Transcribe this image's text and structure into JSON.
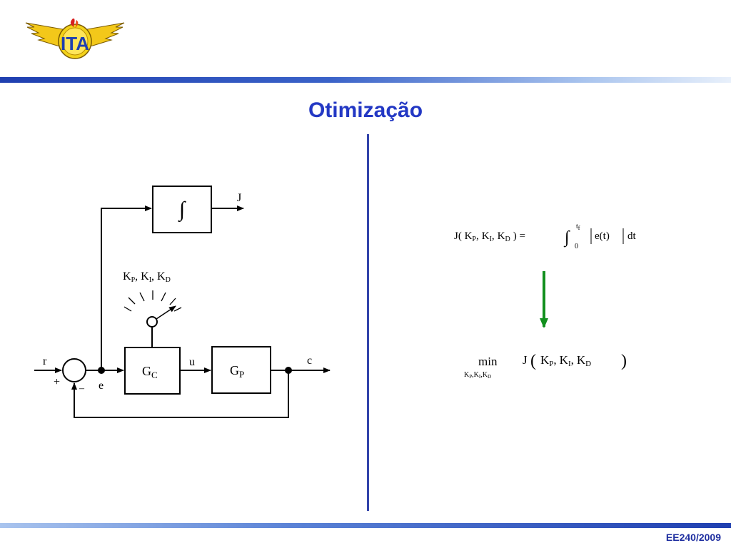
{
  "slide": {
    "title": "Otimização",
    "footer": "EE240/2009"
  },
  "logo": {
    "text": "ITA"
  },
  "diagram": {
    "integrator_symbol": "∫",
    "output_J": "J",
    "gains_label": {
      "K": "K",
      "P": "P",
      "I": "I",
      "D": "D",
      "sep": ", "
    },
    "gc_block": {
      "main": "G",
      "sub": "C"
    },
    "gp_block": {
      "main": "G",
      "sub": "P"
    },
    "signal_r": "r",
    "signal_u": "u",
    "signal_c": "c",
    "signal_e": "e",
    "sign_plus": "+",
    "sign_minus": "–"
  },
  "equation_cost": {
    "lhs": "J( K",
    "sep": ",",
    "close": ") =",
    "upper_limit": "t",
    "upper_limit_sub": "f",
    "lower_limit": "0",
    "integrand": "e(t)",
    "dt": "dt"
  },
  "equation_min": {
    "min": "min",
    "min_sub": "K",
    "J": "J",
    "K": "K"
  },
  "colors": {
    "title": "#2338c4",
    "arrow": "#12901e",
    "divider": "#3344aa"
  }
}
